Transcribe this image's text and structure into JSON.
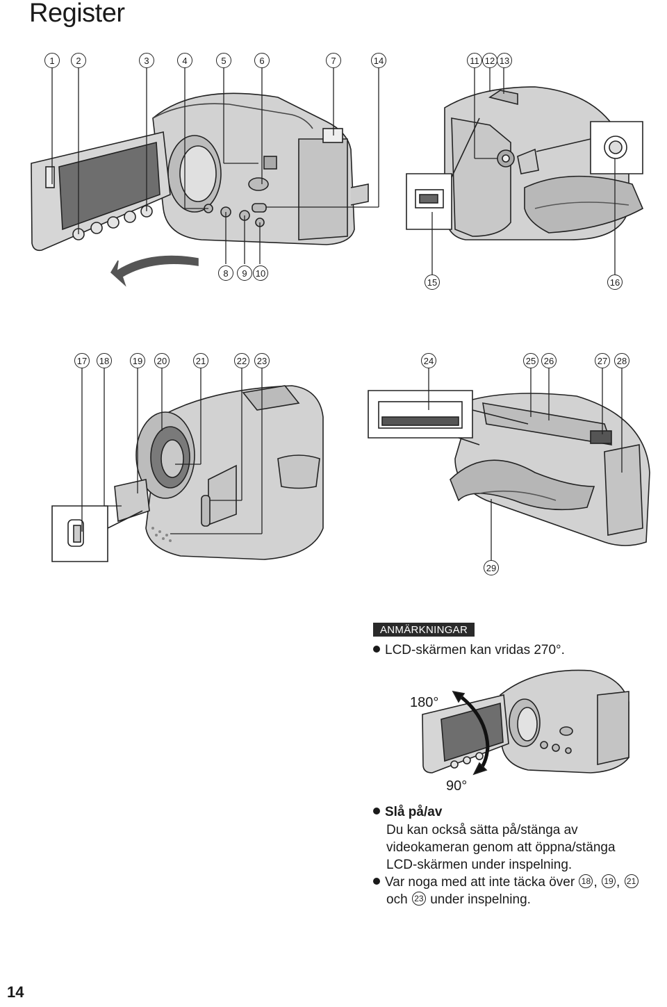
{
  "page": {
    "title": "Register",
    "page_number": "14"
  },
  "callouts_top": [
    "1",
    "2",
    "3",
    "4",
    "5",
    "6",
    "7",
    "14",
    "11",
    "12",
    "13"
  ],
  "callouts_top_bottom": [
    "8",
    "9",
    "10",
    "15",
    "16"
  ],
  "callouts_mid": [
    "17",
    "18",
    "19",
    "20",
    "21",
    "22",
    "23",
    "24",
    "25",
    "26",
    "27",
    "28"
  ],
  "callouts_mid_bottom": [
    "29"
  ],
  "notes": {
    "heading": "ANMÄRKNINGAR",
    "line1": "LCD-skärmen kan vridas 270°.",
    "angle_180": "180°",
    "angle_90": "90°",
    "item1_title": "Slå på/av",
    "item1_line1": "Du kan också sätta på/stänga av",
    "item1_line2": "videokameran genom att öppna/stänga",
    "item1_line3": "LCD-skärmen under inspelning.",
    "item2_part1": "Var noga med att inte täcka över",
    "item2_ref1": "18",
    "item2_ref2": "19",
    "item2_ref3": "21",
    "item2_part2": "och",
    "item2_ref4": "23",
    "item2_part3": "under inspelning."
  },
  "icons": {
    "camcorder_open_lcd": "camcorder-open-lcd-drawing",
    "camcorder_rear": "camcorder-rear-drawing",
    "camcorder_front": "camcorder-front-drawing",
    "camcorder_bottom": "camcorder-bottom-drawing",
    "camcorder_rotate": "camcorder-rotation-drawing"
  }
}
